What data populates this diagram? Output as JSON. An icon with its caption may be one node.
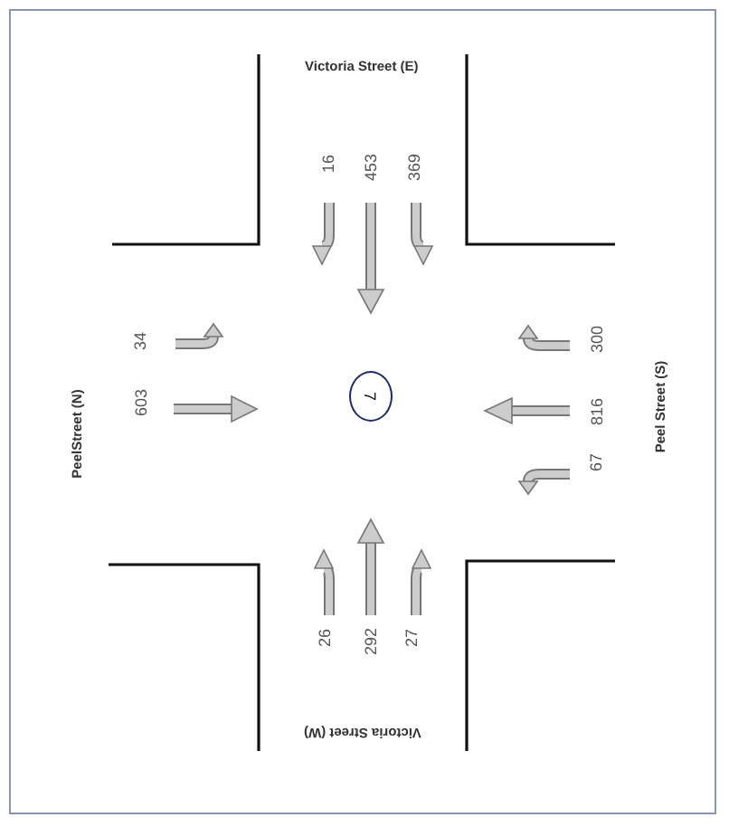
{
  "diagram": {
    "nodes": [
      {
        "text": [
          "7"
        ]
      }
    ],
    "labels": [
      "Victoria Street (E)",
      "16",
      "453",
      "369",
      "34",
      "603",
      "PeelStreet (N)",
      "300",
      "816",
      "67",
      "Peel Street (S)",
      "26",
      "292",
      "27",
      "Victoria Street (W)"
    ]
  }
}
